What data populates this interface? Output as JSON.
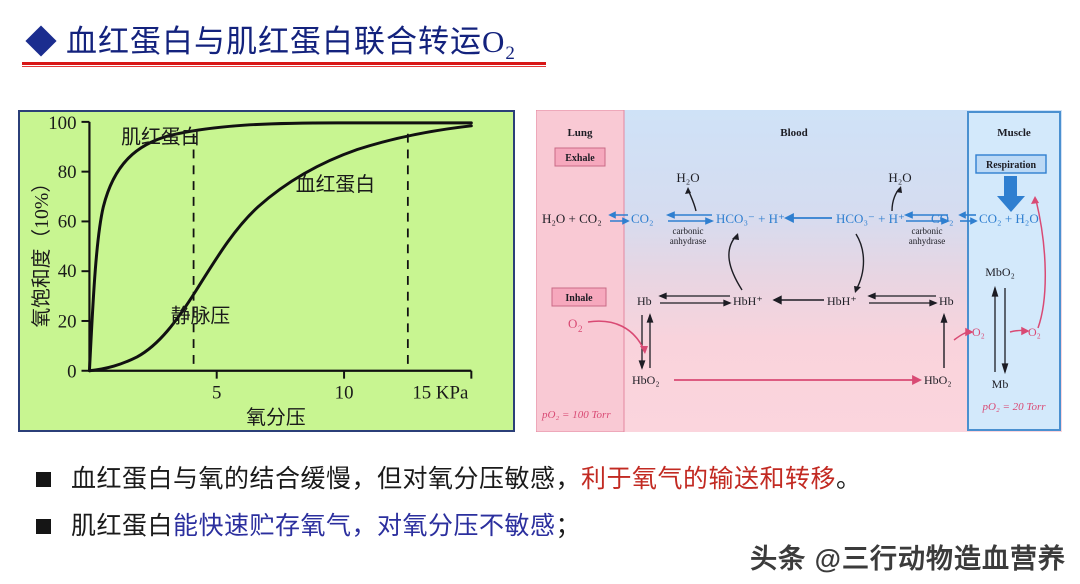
{
  "title": {
    "bullet_icon": "diamond-icon",
    "main": "血红蛋白与肌红蛋白联合转运O",
    "subscript": "2"
  },
  "chart_data": {
    "type": "line",
    "title": "",
    "xlabel": "氧分压",
    "ylabel": "氧饱和度（10%）",
    "xlim": [
      0,
      15
    ],
    "ylim": [
      0,
      100
    ],
    "xunit": "15 KPa",
    "x_ticks": [
      "5",
      "10",
      "15 KPa"
    ],
    "y_ticks": [
      "0",
      "20",
      "40",
      "60",
      "80",
      "100"
    ],
    "grid": false,
    "legend_position": "inline-annotations",
    "annotations": [
      {
        "text": "肌红蛋白",
        "x": 1.6,
        "y": 96
      },
      {
        "text": "血红蛋白",
        "x": 8.4,
        "y": 74
      },
      {
        "text": "静脉压",
        "x": 3.0,
        "y": 27
      }
    ],
    "vertical_markers": [
      4.1,
      12.5
    ],
    "series": [
      {
        "name": "肌红蛋白",
        "x": [
          0,
          0.15,
          0.3,
          0.5,
          0.8,
          1.2,
          1.8,
          2.5,
          3.5,
          4.5,
          6,
          8,
          10,
          12,
          15
        ],
        "values": [
          0,
          32,
          52,
          66,
          76,
          83,
          88,
          91,
          94,
          95.5,
          97,
          98,
          98.6,
          99,
          99.4
        ]
      },
      {
        "name": "血红蛋白",
        "x": [
          0,
          0.5,
          1,
          1.5,
          2,
          2.5,
          3,
          3.5,
          4,
          4.5,
          5,
          6,
          7,
          8,
          9,
          10,
          11,
          12,
          13,
          14,
          15
        ],
        "values": [
          0,
          2,
          5,
          9,
          14,
          21,
          29,
          37,
          45,
          53,
          60,
          70,
          78,
          83,
          87,
          90,
          92,
          93.5,
          94.5,
          95.3,
          96
        ]
      }
    ]
  },
  "bio_diagram": {
    "lung_panel": {
      "title": "Lung",
      "exhale_label": "Exhale",
      "inhale_label": "Inhale",
      "o2_label": "O",
      "o2_sub": "2",
      "po2": "pO₂ = 100 Torr",
      "equation": "H₂O + CO₂"
    },
    "blood_panel": {
      "title": "Blood",
      "left_co2": "CO₂",
      "left_water": "H₂O",
      "left_enzyme_line1": "carbonic",
      "left_enzyme_line2": "anhydrase",
      "left_bicarb": "HCO₃⁻ + H⁺",
      "right_bicarb": "HCO₃⁻ + H⁺",
      "right_water": "H₂O",
      "right_enzyme_line1": "carbonic",
      "right_enzyme_line2": "anhydrase",
      "right_co2": "CO₂",
      "hb_left": "Hb",
      "hbh_left": "HbH⁺",
      "hbh_right": "HbH⁺",
      "hb_right": "Hb",
      "hbo2_left": "HbO₂",
      "hbo2_right": "HbO₂"
    },
    "muscle_panel": {
      "title": "Muscle",
      "respiration_label": "Respiration",
      "equation": "CO₂ + H₂O",
      "mbo2": "MbO₂",
      "mb": "Mb",
      "o2_in": "O₂",
      "o2_out": "O₂",
      "po2": "pO₂ = 20 Torr"
    },
    "colors": {
      "lung_fill": "#f9c9d4",
      "muscle_fill": "#d3e9fb",
      "blood_top": "#cfe2f7",
      "blood_bottom": "#fbd5dd",
      "blue_text": "#2f7fd0",
      "pink_text": "#d94a74"
    }
  },
  "bullets": [
    {
      "marker": "square-bullet",
      "black_prefix": "血红蛋白与氧的结合缓慢，但对氧分压敏感，",
      "red_part": "利于氧气的输送和转移",
      "black_suffix": "。"
    },
    {
      "marker": "square-bullet",
      "black_prefix": "肌红蛋白",
      "blue_part": "能快速贮存氧气，对氧分压不敏感",
      "black_suffix": "；"
    }
  ],
  "watermark": "头条 @三行动物造血营养"
}
